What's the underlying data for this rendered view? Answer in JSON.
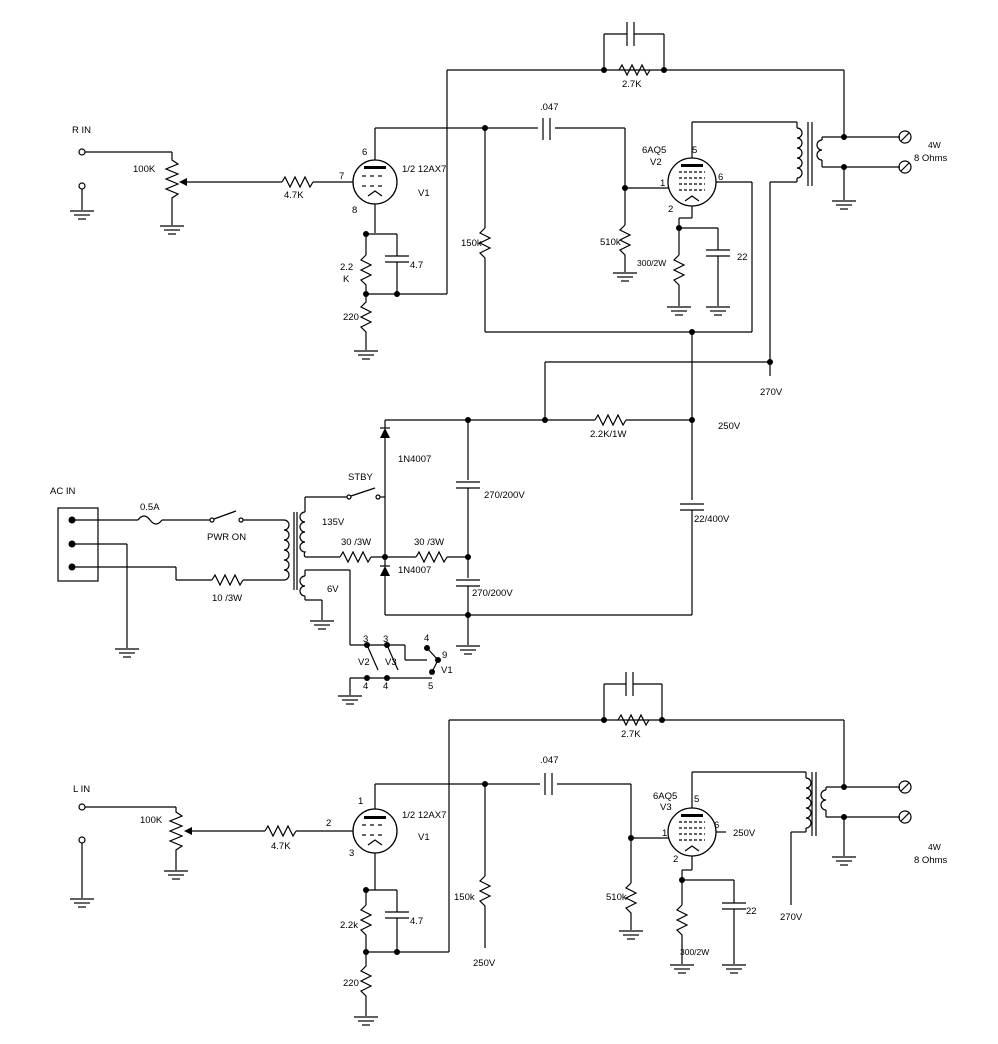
{
  "labels": {
    "r_in": "R IN",
    "l_in": "L IN",
    "ac_in": "AC IN",
    "r_volume": "100K",
    "l_volume": "100K",
    "r_grid_resistor": "4.7K",
    "l_grid_resistor": "4.7K",
    "r_v1_name": "1/2 12AX7",
    "r_v1_ref": "V1",
    "l_v1_name": "1/2 12AX7",
    "l_v1_ref": "V1",
    "r_pin6": "6",
    "r_pin7": "7",
    "r_pin8": "8",
    "l_pin1": "1",
    "l_pin2": "2",
    "l_pin3": "3",
    "r_cathode_res_a": "2.2",
    "r_cathode_res_b": "K",
    "l_cathode_res": "2.2k",
    "r_cathode_cap": "4.7",
    "l_cathode_cap": "4.7",
    "r_fb_res": "220",
    "l_fb_res": "220",
    "r_fb_top_res": "2.7K",
    "l_fb_top_res": "2.7K",
    "r_coupling_cap": ".047",
    "l_coupling_cap": ".047",
    "r_plate_res": "150k",
    "l_plate_res": "150k",
    "r_grid_leak": "510k",
    "l_grid_leak": "510k",
    "r_v2_name": "6AQ5",
    "r_v2_ref": "V2",
    "l_v3_name": "6AQ5",
    "l_v3_ref": "V3",
    "r_pa_pin5": "5",
    "r_pa_pin6": "6",
    "r_pa_pin1": "1",
    "r_pa_pin2": "2",
    "l_pa_pin5": "5",
    "l_pa_pin6": "6",
    "l_pa_pin1": "1",
    "l_pa_pin2": "2",
    "r_pa_cath_res": "300/2W",
    "l_pa_cath_res": "300/2W",
    "r_pa_cath_cap": "22",
    "l_pa_cath_cap": "22",
    "r_out_power": "4W",
    "r_out_imp": "8 Ohms",
    "l_out_power": "4W",
    "l_out_imp": "8 Ohms",
    "v270_top": "270V",
    "v250_top": "250V",
    "v270_bottom": "270V",
    "v250_bottom": "250V",
    "l_pa_screen": "250V",
    "ps_res": "2.2K/1W",
    "ps_cap_big": "22/400V",
    "diode_top": "1N4007",
    "diode_bottom": "1N4007",
    "stby": "STBY",
    "fuse": "0.5A",
    "pwr_on": "PWR ON",
    "sec_135": "135V",
    "sec_6": "6V",
    "res_30a": "30 /3W",
    "res_30b": "30 /3W",
    "res_10": "10 /3W",
    "cap_270a": "270/200V",
    "cap_270b": "270/200V",
    "h_v2": "V2",
    "h_v3": "V3",
    "h_v1": "V1",
    "h_p3a": "3",
    "h_p3b": "3",
    "h_p4a": "4",
    "h_p4b": "4",
    "h_p4c": "4",
    "h_p9": "9",
    "h_p5": "5"
  }
}
